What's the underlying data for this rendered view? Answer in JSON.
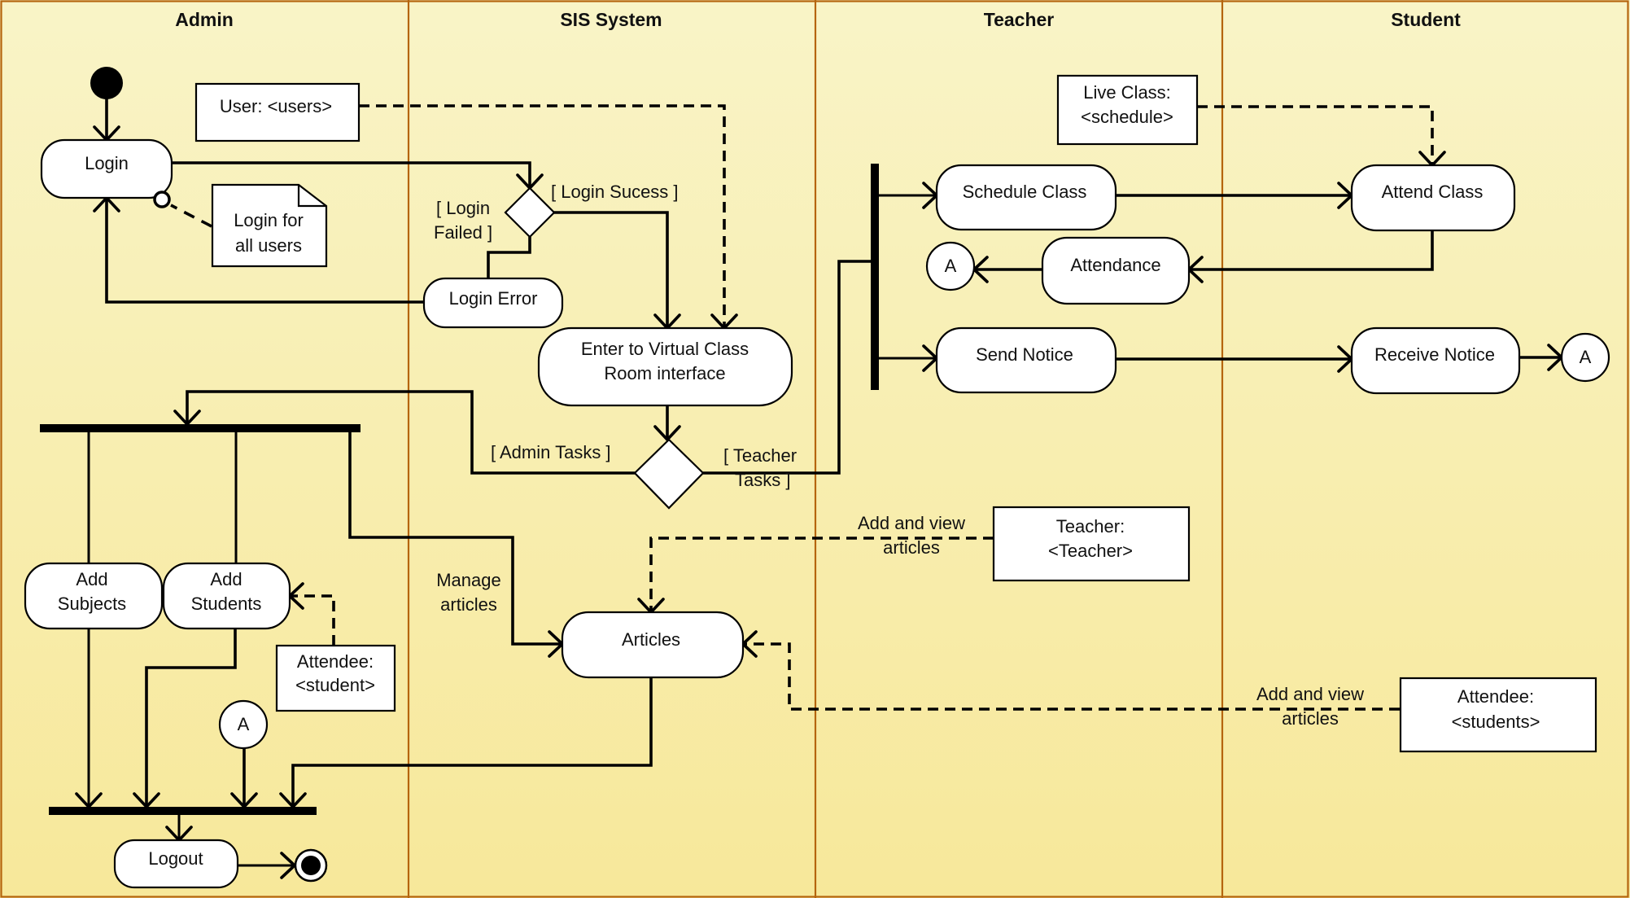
{
  "diagram": {
    "type": "UML activity diagram (swimlanes)",
    "colors": {
      "lane_border": "#b5650e",
      "background_top": "#f9f4c7",
      "background_bottom": "#f7e89a",
      "node_fill": "#ffffff",
      "line": "#000000"
    },
    "lanes": [
      {
        "id": "admin",
        "title": "Admin"
      },
      {
        "id": "sis",
        "title": "SIS System"
      },
      {
        "id": "teacher",
        "title": "Teacher"
      },
      {
        "id": "student",
        "title": "Student"
      }
    ],
    "activities": {
      "login": "Login",
      "login_error": "Login Error",
      "enter_vcr": [
        "Enter to Virtual Class",
        "Room interface"
      ],
      "add_subjects": [
        "Add",
        "Subjects"
      ],
      "add_students": [
        "Add",
        "Students"
      ],
      "articles": "Articles",
      "logout": "Logout",
      "schedule_class": "Schedule Class",
      "attendance": "Attendance",
      "send_notice": "Send Notice",
      "attend_class": "Attend Class",
      "receive_notice": "Receive Notice"
    },
    "objects": {
      "user": "User: <users>",
      "attendee_student": [
        "Attendee:",
        "<student>"
      ],
      "teacher": [
        "Teacher:",
        "<Teacher>"
      ],
      "attendee_students": [
        "Attendee:",
        "<students>"
      ],
      "live_class": [
        "Live Class:",
        "<schedule>"
      ]
    },
    "note": [
      "Login for",
      "all users"
    ],
    "connectors": {
      "label": "A"
    },
    "guards": {
      "login_success": "[ Login Sucess ]",
      "login_failed": [
        "[ Login",
        "Failed ]"
      ],
      "admin_tasks": "[ Admin Tasks ]",
      "teacher_tasks": [
        "[ Teacher",
        "Tasks ]"
      ]
    },
    "edge_labels": {
      "manage_articles": [
        "Manage",
        "articles"
      ],
      "teacher_add_view": [
        "Add and view",
        "articles"
      ],
      "student_add_view": [
        "Add and view",
        "articles"
      ]
    }
  }
}
